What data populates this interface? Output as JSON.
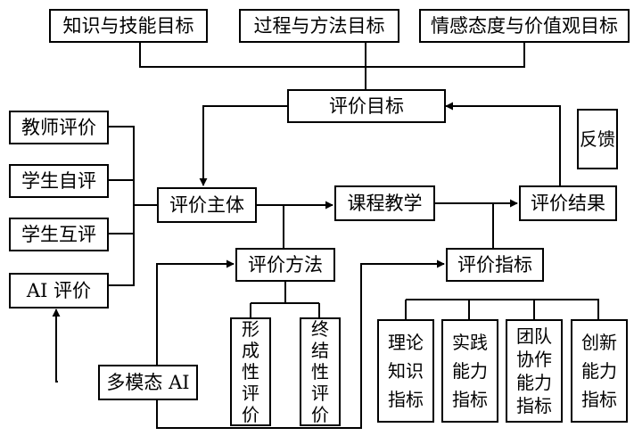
{
  "goals": {
    "knowledge_skills": "知识与技能目标",
    "process_methods": "过程与方法目标",
    "emotion_values": "情感态度与价值观目标"
  },
  "evaluation_goal": "评价目标",
  "feedback": "反馈",
  "evaluators": {
    "teacher": "教师评价",
    "self": "学生自评",
    "peer": "学生互评",
    "ai": "AI 评价"
  },
  "evaluation_subject": "评价主体",
  "course_teaching": "课程教学",
  "evaluation_result": "评价结果",
  "evaluation_method": "评价方法",
  "evaluation_indicator": "评价指标",
  "multimodal_ai": "多模态 AI",
  "methods": {
    "formative": "形成性评价",
    "summative": "终结性评价"
  },
  "indicators": {
    "theory": "理论知识指标",
    "practice": "实践能力指标",
    "teamwork": "团队协作能力指标",
    "innovation": "创新能力指标"
  }
}
